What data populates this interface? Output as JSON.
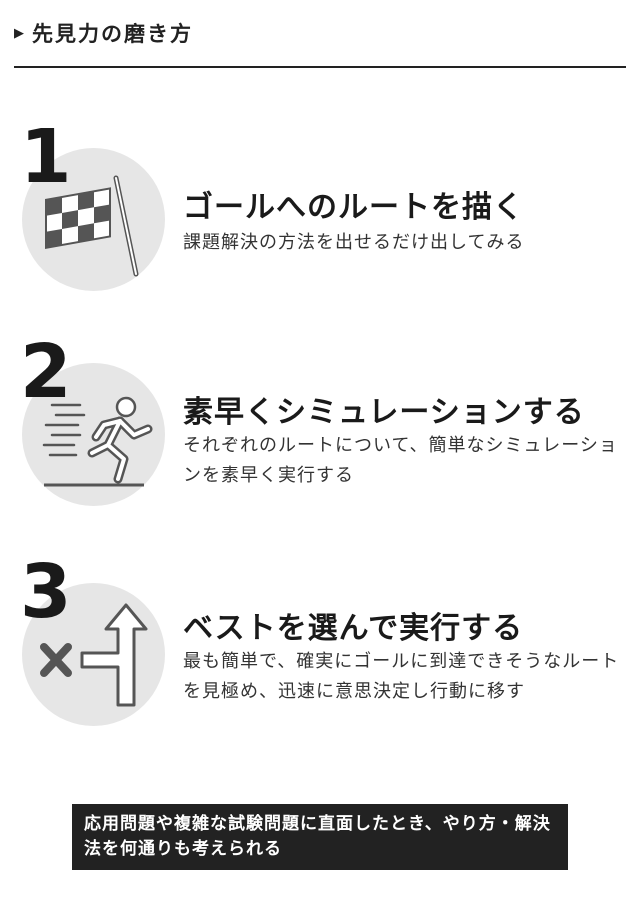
{
  "header": {
    "marker": "▶",
    "title": "先見力の磨き方"
  },
  "steps": [
    {
      "number": "1",
      "title": "ゴールへのルートを描く",
      "description": "課題解決の方法を出せるだけ出してみる",
      "icon": "checkered-flag-icon"
    },
    {
      "number": "2",
      "title": "素早くシミュレーションする",
      "description": "それぞれのルートについて、簡単なシミュレーションを素早く実行する",
      "icon": "running-person-icon"
    },
    {
      "number": "3",
      "title": "ベストを選んで実行する",
      "description": "最も簡単で、確実にゴールに到達できそうなルートを見極め、迅速に意思決定し行動に移す",
      "icon": "route-choice-icon"
    }
  ],
  "summary": {
    "text": "応用問題や複雑な試験問題に直面したとき、やり方・解決法を何通りも考えられる"
  },
  "colors": {
    "circle": "#e6e6e6",
    "dark": "#222222",
    "icon_gray": "#555555"
  }
}
